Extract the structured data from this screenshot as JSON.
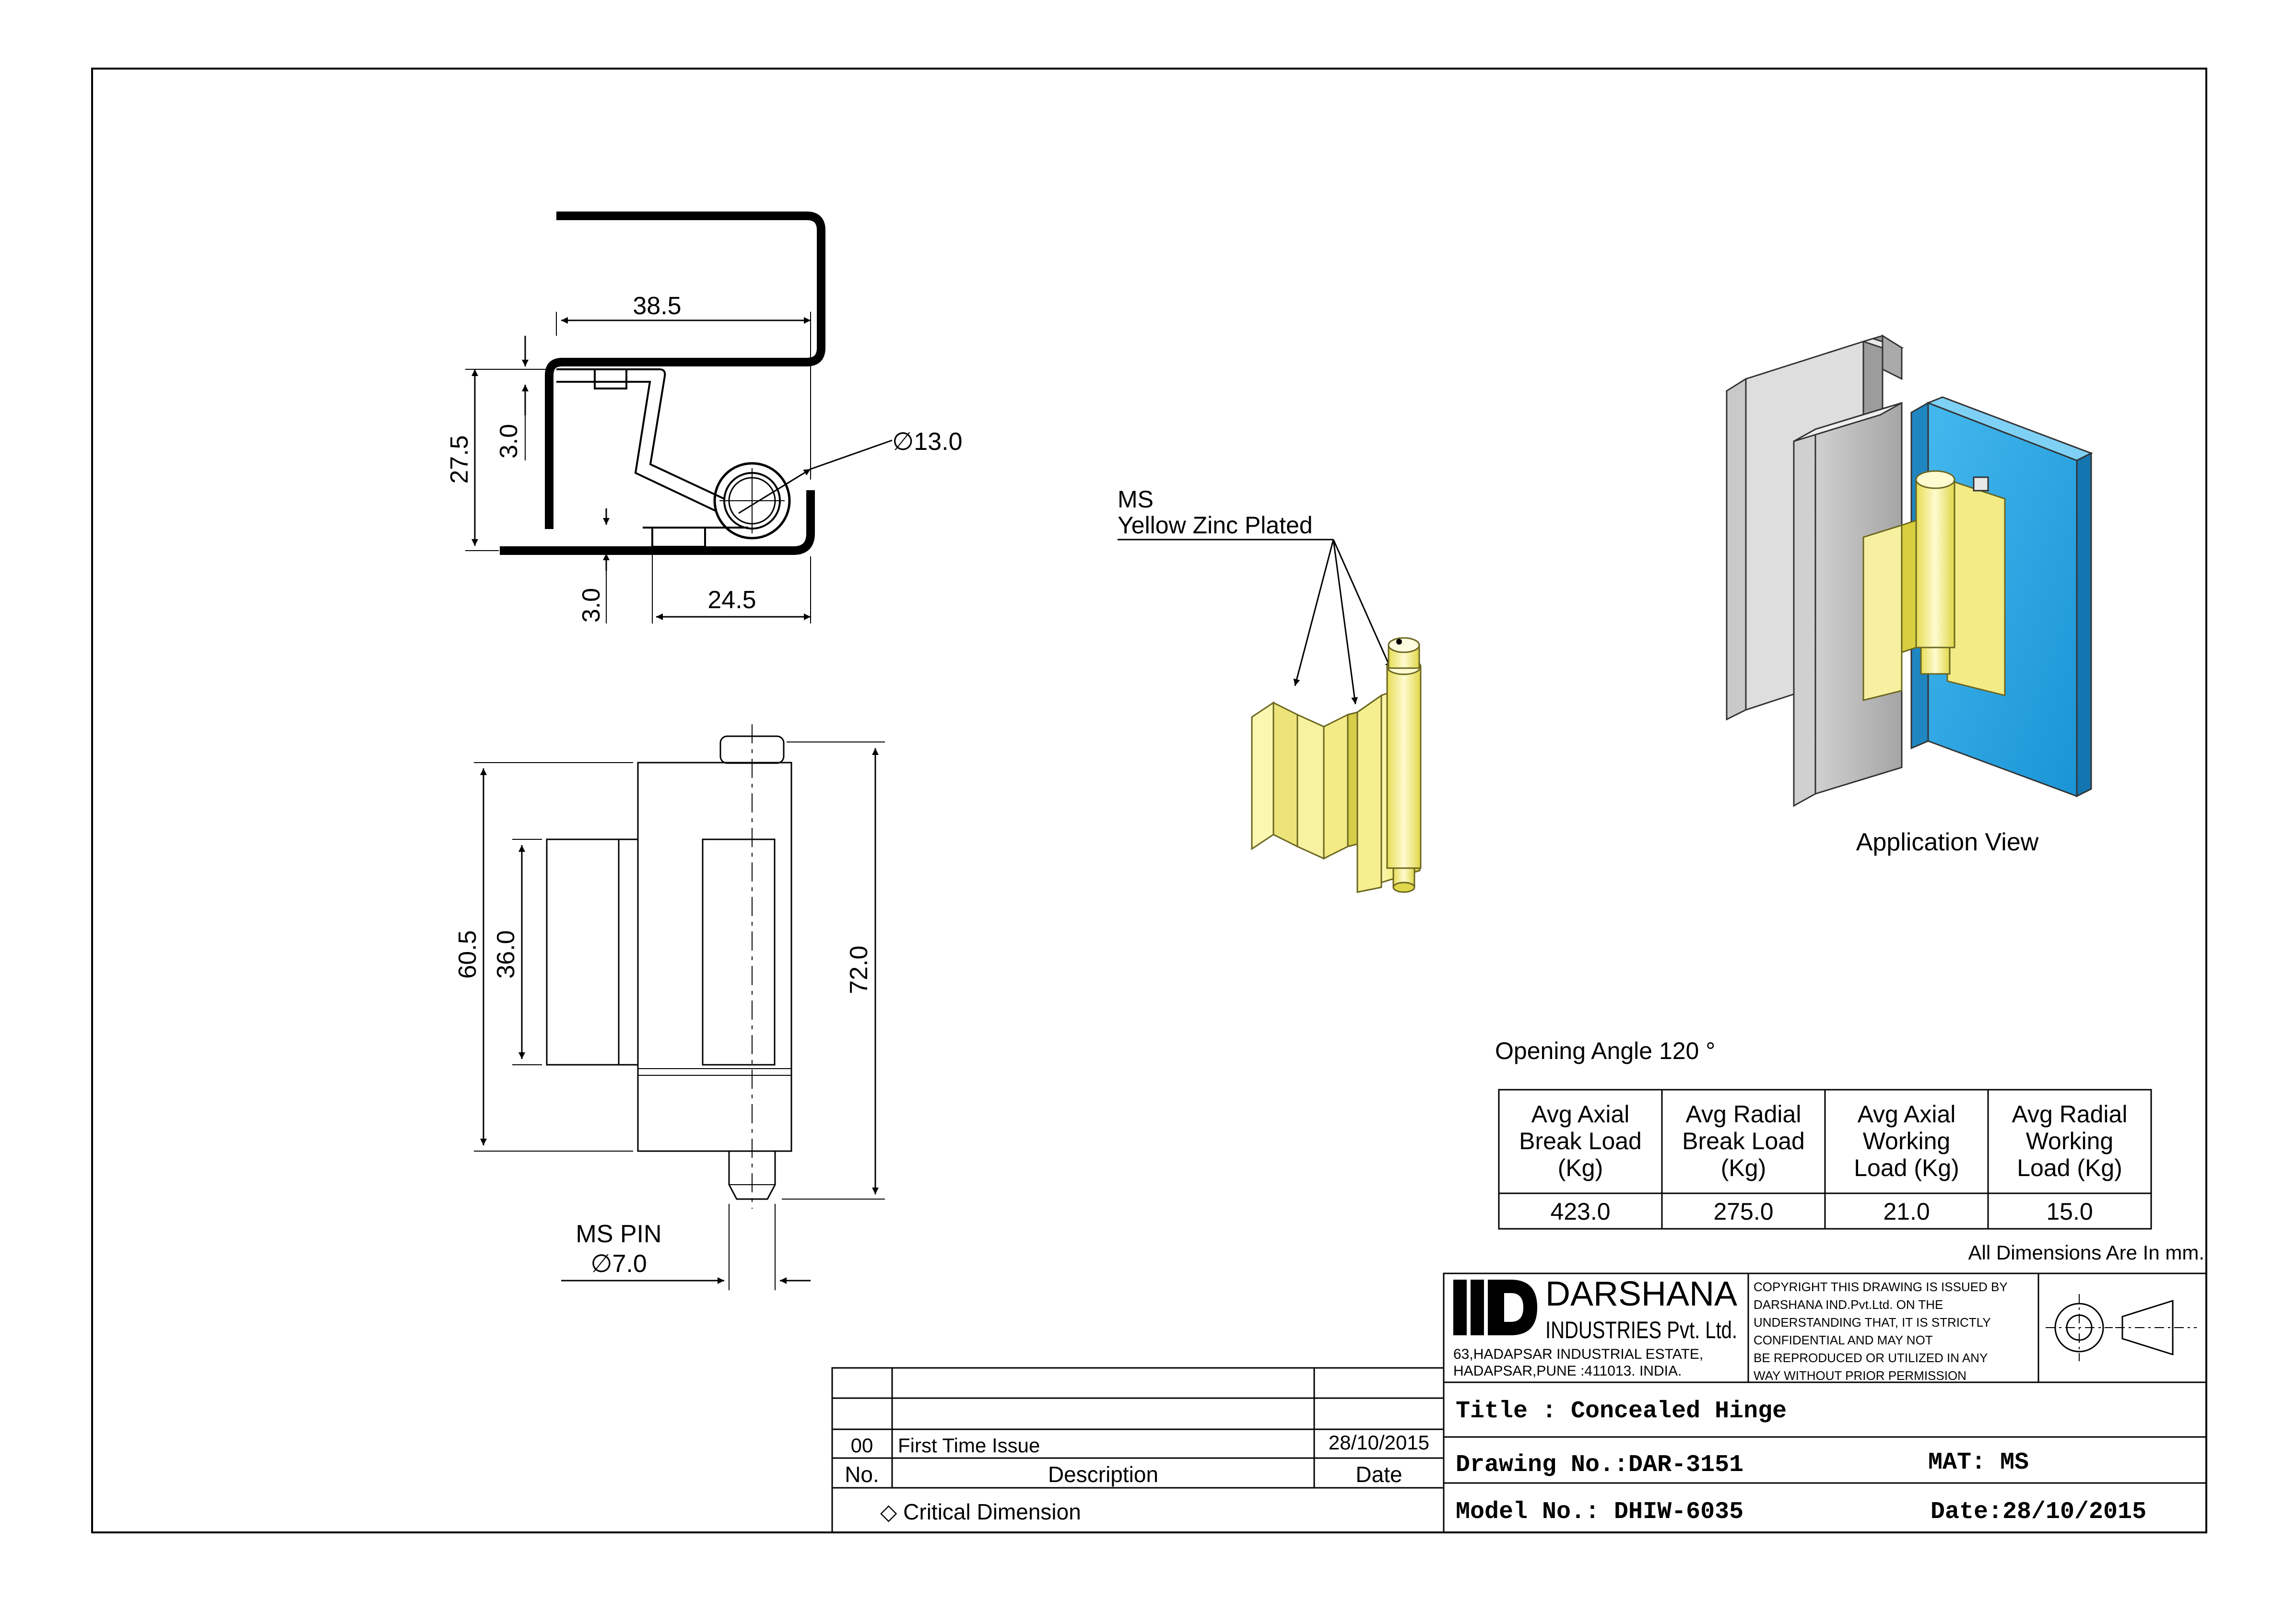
{
  "top_view": {
    "dim_width": "38.5",
    "dim_height": "27.5",
    "dim_thk_top": "3.0",
    "dim_thk_bottom": "3.0",
    "dim_bottom_width": "24.5",
    "dim_knuckle_dia": "∅13.0"
  },
  "front_view": {
    "dim_total_height": "72.0",
    "dim_leaf_height": "60.5",
    "dim_wing_height": "36.0",
    "pin_label_line1": "MS PIN",
    "pin_label_line2": "∅7.0"
  },
  "iso_view": {
    "material_line1": "MS",
    "material_line2": "Yellow Zinc Plated"
  },
  "application_view": {
    "label": "Application View"
  },
  "colors": {
    "hinge_yellow": "#f5ef8a",
    "door_blue": "#29a9e6",
    "frame_grey": "#b8b8b8"
  },
  "load_table": {
    "opening_angle": "Opening Angle 120 °",
    "headers": [
      [
        "Avg Axial",
        "Break Load",
        "(Kg)"
      ],
      [
        "Avg Radial",
        "Break Load",
        "(Kg)"
      ],
      [
        "Avg Axial",
        "Working",
        "Load  (Kg)"
      ],
      [
        "Avg Radial",
        "Working",
        "Load (Kg)"
      ]
    ],
    "values": [
      "423.0",
      "275.0",
      "21.0",
      "15.0"
    ],
    "units_note": "All Dimensions Are In mm."
  },
  "company": {
    "name_line1": "DARSHANA",
    "name_line2": "INDUSTRIES Pvt. Ltd.",
    "address_line1": "63,HADAPSAR INDUSTRIAL ESTATE,",
    "address_line2": "HADAPSAR,PUNE :411013. INDIA.",
    "copyright_lines": [
      "COPYRIGHT THIS DRAWING IS ISSUED BY",
      "DARSHANA IND.Pvt.Ltd. ON THE",
      "UNDERSTANDING THAT, IT IS STRICTLY",
      "CONFIDENTIAL AND MAY NOT",
      "BE REPRODUCED OR UTILIZED IN ANY",
      "WAY WITHOUT PRIOR PERMISSION"
    ]
  },
  "title_block": {
    "title": "Title : Concealed Hinge",
    "drawing_no": "Drawing No.:DAR-3151",
    "material": "MAT: MS",
    "model_no": "Model No.: DHIW-6035",
    "date": "Date:28/10/2015"
  },
  "revision_table": {
    "rev_no": "00",
    "rev_description": "First Time Issue",
    "rev_date": "28/10/2015",
    "col_no": "No.",
    "col_description": "Description",
    "col_date": "Date",
    "critical_note": "◇ Critical Dimension"
  }
}
